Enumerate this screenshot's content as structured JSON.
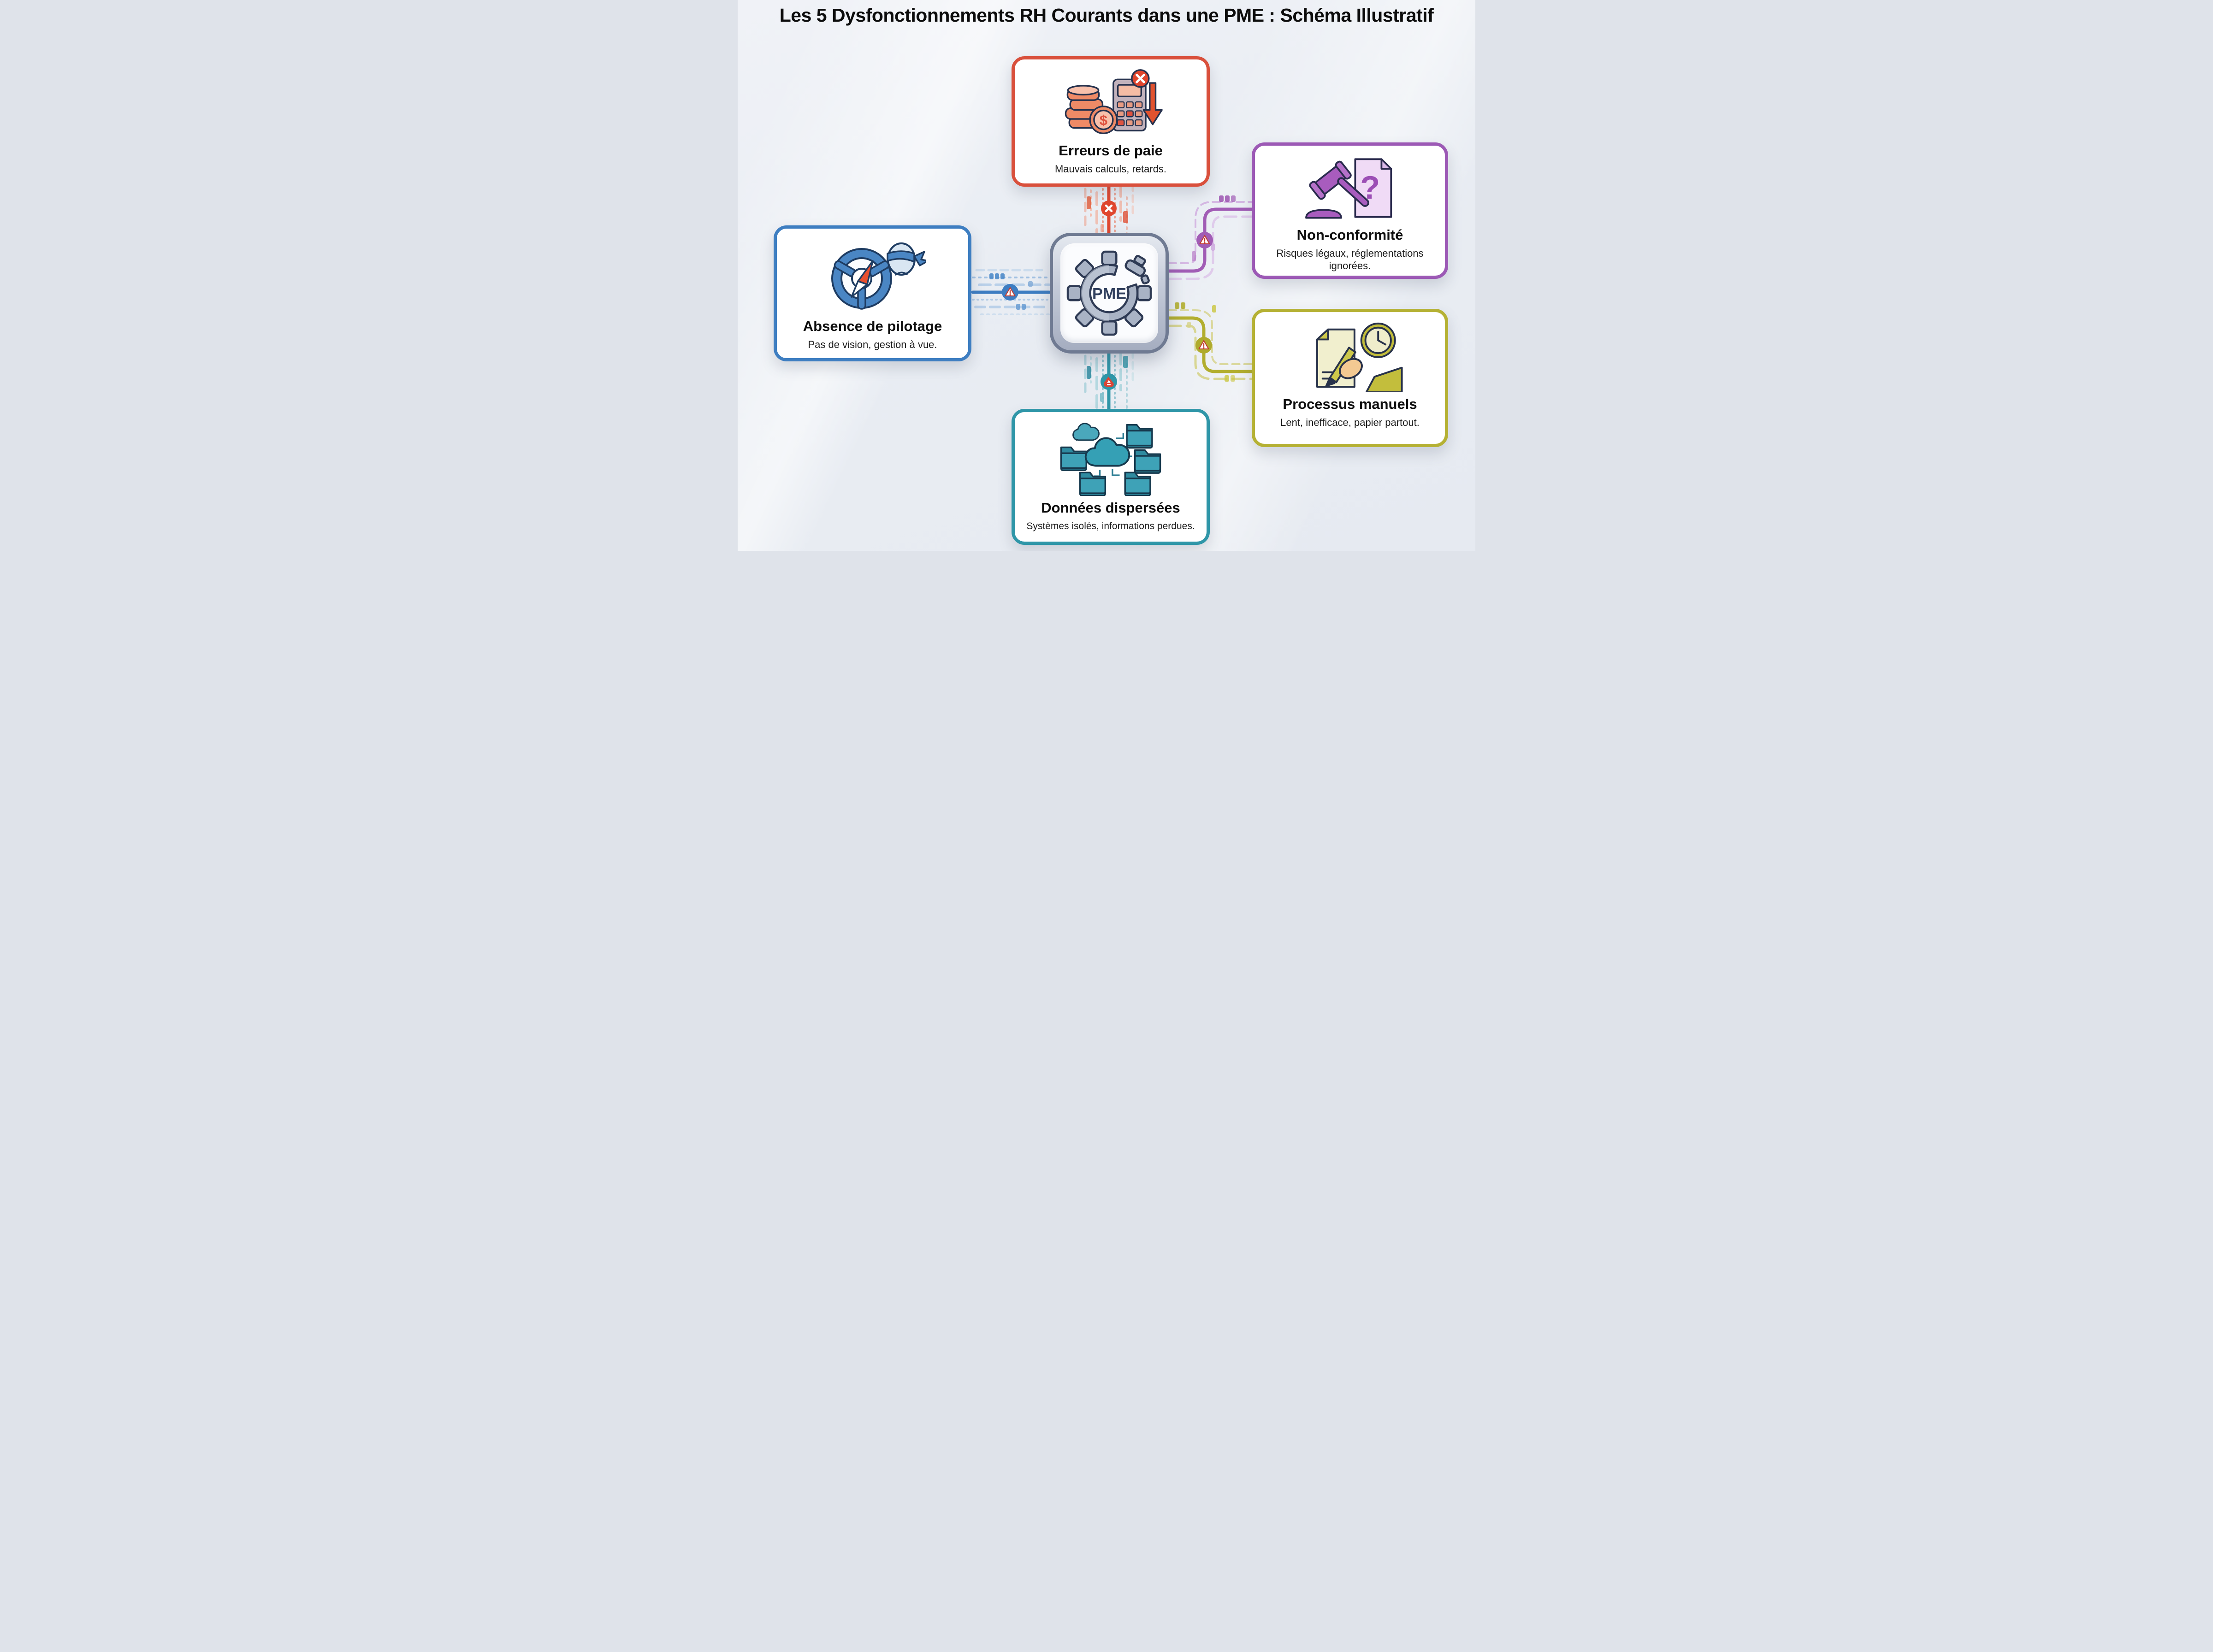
{
  "title": "Les 5 Dysfonctionnements RH Courants dans une PME : Schéma Illustratif",
  "hub": {
    "label": "PME",
    "icon": "broken-gear-icon",
    "frame_color": "#6F7A92"
  },
  "nodes": [
    {
      "key": "erreurs-de-paie",
      "title": "Erreurs de paie",
      "subtitle": "Mauvais calculs, retards.",
      "accent": "#D9503C",
      "icon": "coins-calculator-down-arrow-icon",
      "connector_badge": "x-circle-badge",
      "position": "top"
    },
    {
      "key": "non-conformite",
      "title": "Non-conformité",
      "subtitle": "Risques légaux, réglementations ignorées.",
      "accent": "#9C59B5",
      "icon": "gavel-question-document-icon",
      "connector_badge": "warning-triangle-badge",
      "position": "right-top"
    },
    {
      "key": "processus-manuels",
      "title": "Processus manuels",
      "subtitle": "Lent, inefficace, papier partout.",
      "accent": "#B5B134",
      "icon": "handwriting-pen-clock-icon",
      "connector_badge": "warning-triangle-badge",
      "position": "right-bottom"
    },
    {
      "key": "absence-de-pilotage",
      "title": "Absence de pilotage",
      "subtitle": "Pas de vision, gestion à vue.",
      "accent": "#3E7EC1",
      "icon": "blindfolded-driver-steering-wheel-icon",
      "connector_badge": "warning-triangle-badge",
      "position": "left"
    },
    {
      "key": "donnees-dispersees",
      "title": "Données dispersées",
      "subtitle": "Systèmes isolés, informations perdues.",
      "accent": "#2F96A8",
      "icon": "cloud-scattered-folders-icon",
      "connector_badge": "red-alert-badge",
      "position": "bottom"
    }
  ],
  "colors": {
    "background": "#E9EDF3",
    "red": "#D9503C",
    "purple": "#9C59B5",
    "olive": "#B5B134",
    "blue": "#3E7EC1",
    "teal": "#2F96A8",
    "hub_gray": "#A9B3C5",
    "text": "#0E0E0E"
  }
}
